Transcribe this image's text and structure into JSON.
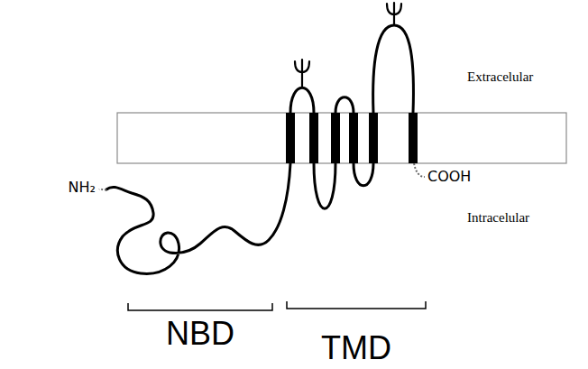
{
  "diagram": {
    "labels": [
      "Extracelular",
      "Intracelular",
      "NH₂",
      "COOH",
      "NBD",
      "TMD"
    ]
  }
}
